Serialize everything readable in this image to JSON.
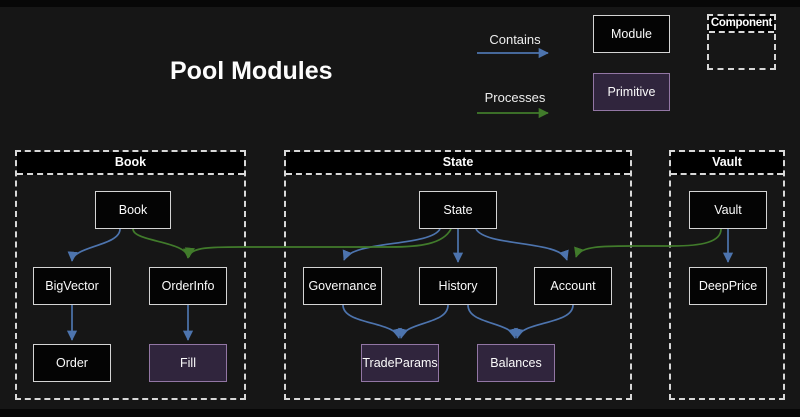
{
  "title": "Pool Modules",
  "legend": {
    "contains_label": "Contains",
    "processes_label": "Processes",
    "module_label": "Module",
    "primitive_label": "Primitive",
    "component_label": "Component"
  },
  "containers": {
    "book": {
      "label": "Book"
    },
    "state": {
      "label": "State"
    },
    "vault": {
      "label": "Vault"
    }
  },
  "nodes": {
    "book": {
      "label": "Book",
      "type": "module"
    },
    "bigvector": {
      "label": "BigVector",
      "type": "module"
    },
    "orderinfo": {
      "label": "OrderInfo",
      "type": "module"
    },
    "order": {
      "label": "Order",
      "type": "module"
    },
    "fill": {
      "label": "Fill",
      "type": "primitive"
    },
    "state": {
      "label": "State",
      "type": "module"
    },
    "governance": {
      "label": "Governance",
      "type": "module"
    },
    "history": {
      "label": "History",
      "type": "module"
    },
    "account": {
      "label": "Account",
      "type": "module"
    },
    "tradeparams": {
      "label": "TradeParams",
      "type": "primitive"
    },
    "balances": {
      "label": "Balances",
      "type": "primitive"
    },
    "vault": {
      "label": "Vault",
      "type": "module"
    },
    "deepprice": {
      "label": "DeepPrice",
      "type": "module"
    }
  },
  "edges": {
    "contains": [
      {
        "from": "Book",
        "to": "BigVector"
      },
      {
        "from": "BigVector",
        "to": "Order"
      },
      {
        "from": "OrderInfo",
        "to": "Fill"
      },
      {
        "from": "State",
        "to": "Governance"
      },
      {
        "from": "State",
        "to": "History"
      },
      {
        "from": "State",
        "to": "Account"
      },
      {
        "from": "Governance",
        "to": "TradeParams"
      },
      {
        "from": "History",
        "to": "TradeParams"
      },
      {
        "from": "History",
        "to": "Balances"
      },
      {
        "from": "Account",
        "to": "Balances"
      },
      {
        "from": "Vault",
        "to": "DeepPrice"
      }
    ],
    "processes": [
      {
        "from": "Book",
        "to": "OrderInfo"
      },
      {
        "from": "State",
        "to": "OrderInfo"
      },
      {
        "from": "Vault",
        "to": "Account"
      }
    ]
  },
  "colors": {
    "background": "#161616",
    "contains": "#4d74ae",
    "processes": "#417b2b",
    "node_fill": "#040404",
    "node_border": "#d4d4d4",
    "primitive_fill": "#30253d",
    "primitive_border": "#9276a4",
    "dashed_border": "#d8d8d8",
    "header_fill": "#000000",
    "text": "#f2f2f2"
  }
}
